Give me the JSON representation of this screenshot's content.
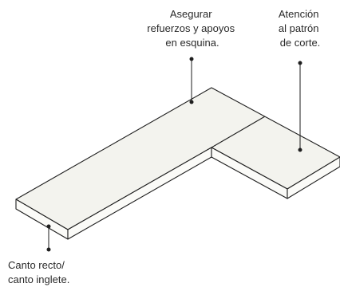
{
  "labels": {
    "corner_support": [
      "Asegurar",
      "refuerzos y apoyos",
      "en esquina."
    ],
    "cut_pattern": [
      "Atención",
      "al patrón",
      "de corte."
    ],
    "edge_type": [
      "Canto recto/",
      "canto inglete."
    ]
  },
  "colors": {
    "background": "#ffffff",
    "slab_top": "#f3f3ee",
    "slab_edge": "#fbfbf8",
    "outline": "#1e1e1e",
    "text": "#2a2a2a"
  }
}
